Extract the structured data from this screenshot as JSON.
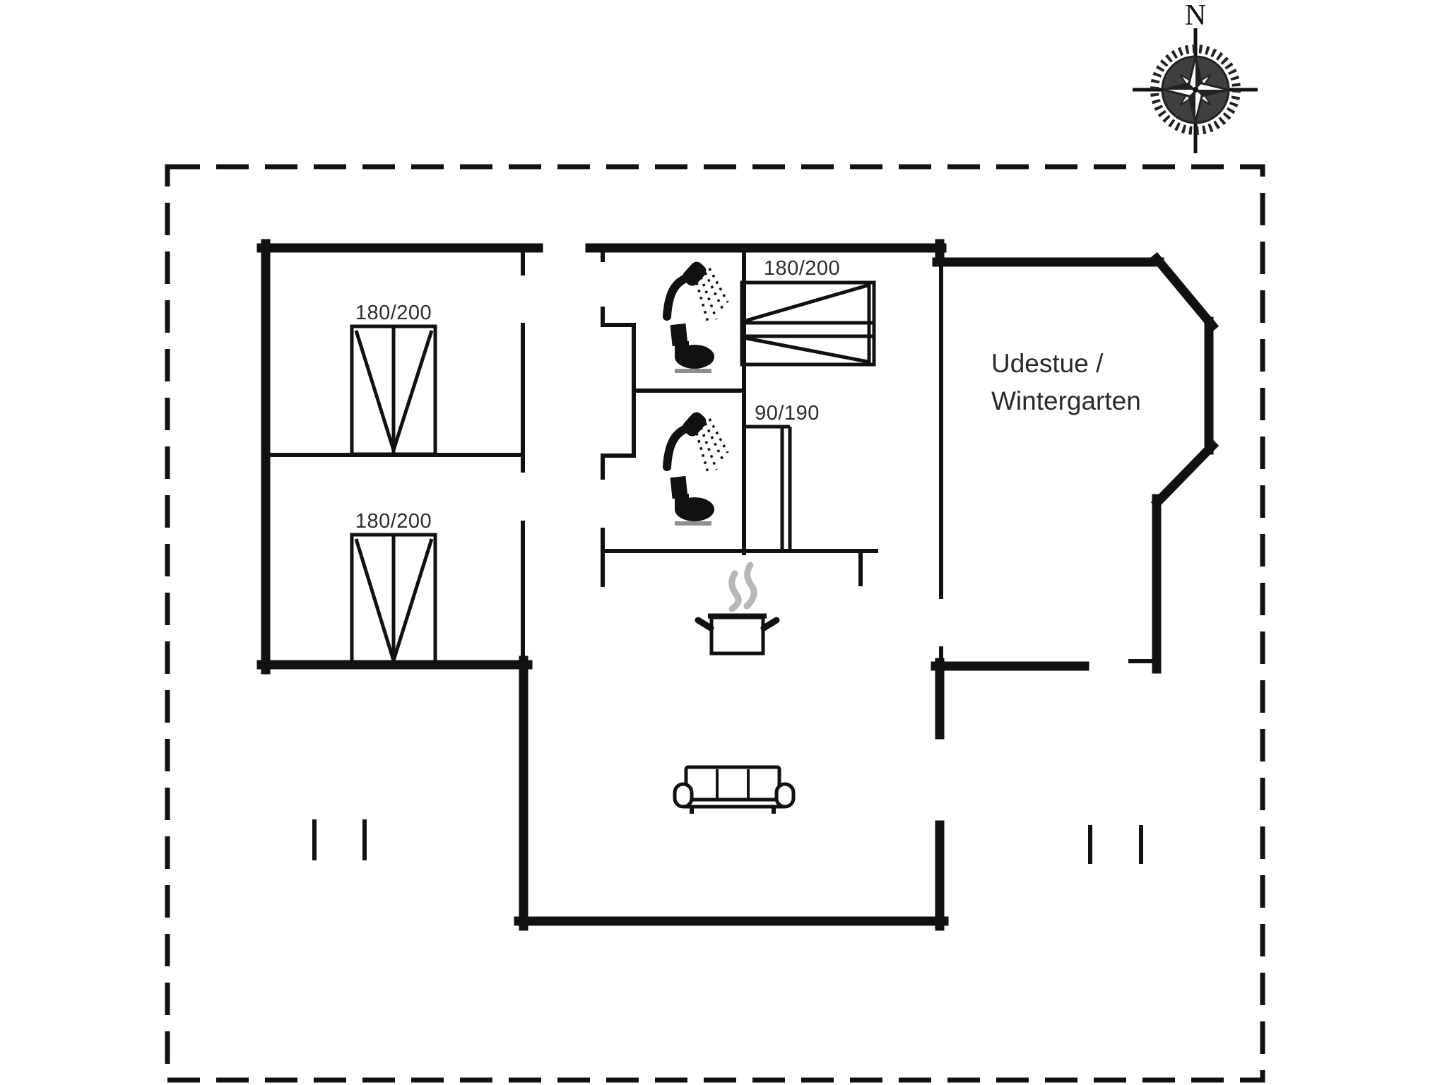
{
  "page": {
    "background": "#ffffff"
  },
  "compass": {
    "north_label": "N"
  },
  "rooms": {
    "sunroom": {
      "label_line1": "Udestue /",
      "label_line2": "Wintergarten"
    }
  },
  "furniture": {
    "bedroom1_bed_label": "180/200",
    "bedroom2_bed_label": "180/200",
    "double_bed_label": "180/200",
    "single_bed_label": "90/190"
  },
  "colors": {
    "wall": "#111111",
    "label_text": "#2d2d2d",
    "steam": "#b7b7b7",
    "toilet_base": "#8f8f8f"
  }
}
